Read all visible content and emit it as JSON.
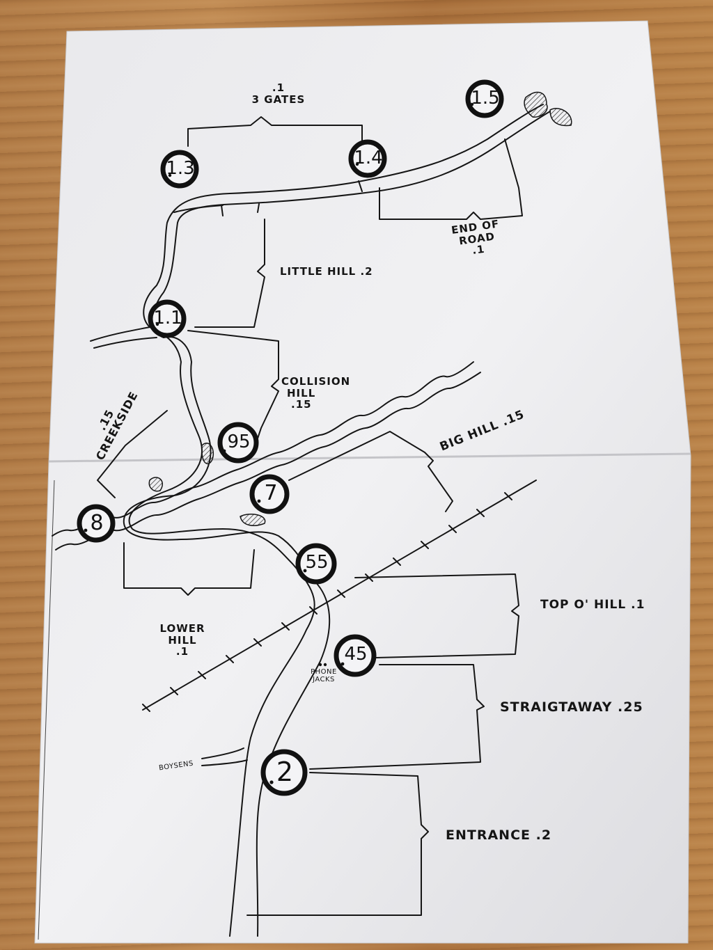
{
  "map": {
    "markers": [
      {
        "id": "1.5",
        "label": "1.5"
      },
      {
        "id": "1.4",
        "label": "1.4"
      },
      {
        "id": "1.3",
        "label": "1.3"
      },
      {
        "id": "1.1",
        "label": "1.1"
      },
      {
        "id": "95",
        "label": "95"
      },
      {
        "id": "8",
        "label": "8"
      },
      {
        "id": "7",
        "label": "7"
      },
      {
        "id": "55",
        "label": "55"
      },
      {
        "id": "45",
        "label": "45"
      },
      {
        "id": "2",
        "label": "2"
      }
    ],
    "segments": {
      "gates_dist": ".1",
      "gates_name": "3 GATES",
      "end_of_road_1": "END OF",
      "end_of_road_2": "ROAD",
      "end_of_road_dist": ".1",
      "little_hill": "LITTLE HILL .2",
      "collision_1": "COLLISION",
      "collision_2": "HILL",
      "collision_dist": ".15",
      "creekside_dist": ".15",
      "creekside": "CREEKSIDE",
      "big_hill": "BIG HILL .15",
      "lower_1": "LOWER",
      "lower_2": "HILL",
      "lower_dist": ".1",
      "top_o_hill": "TOP O' HILL .1",
      "straightaway": "STRAIGTAWAY .25",
      "entrance": "ENTRANCE .2"
    },
    "notes": {
      "phone_1": "PHONE",
      "phone_2": "JACKS",
      "boysens": "BOYSENS"
    },
    "colors": {
      "ink": "#151515",
      "paper": "#ececee",
      "wood": "#b07a45"
    }
  }
}
